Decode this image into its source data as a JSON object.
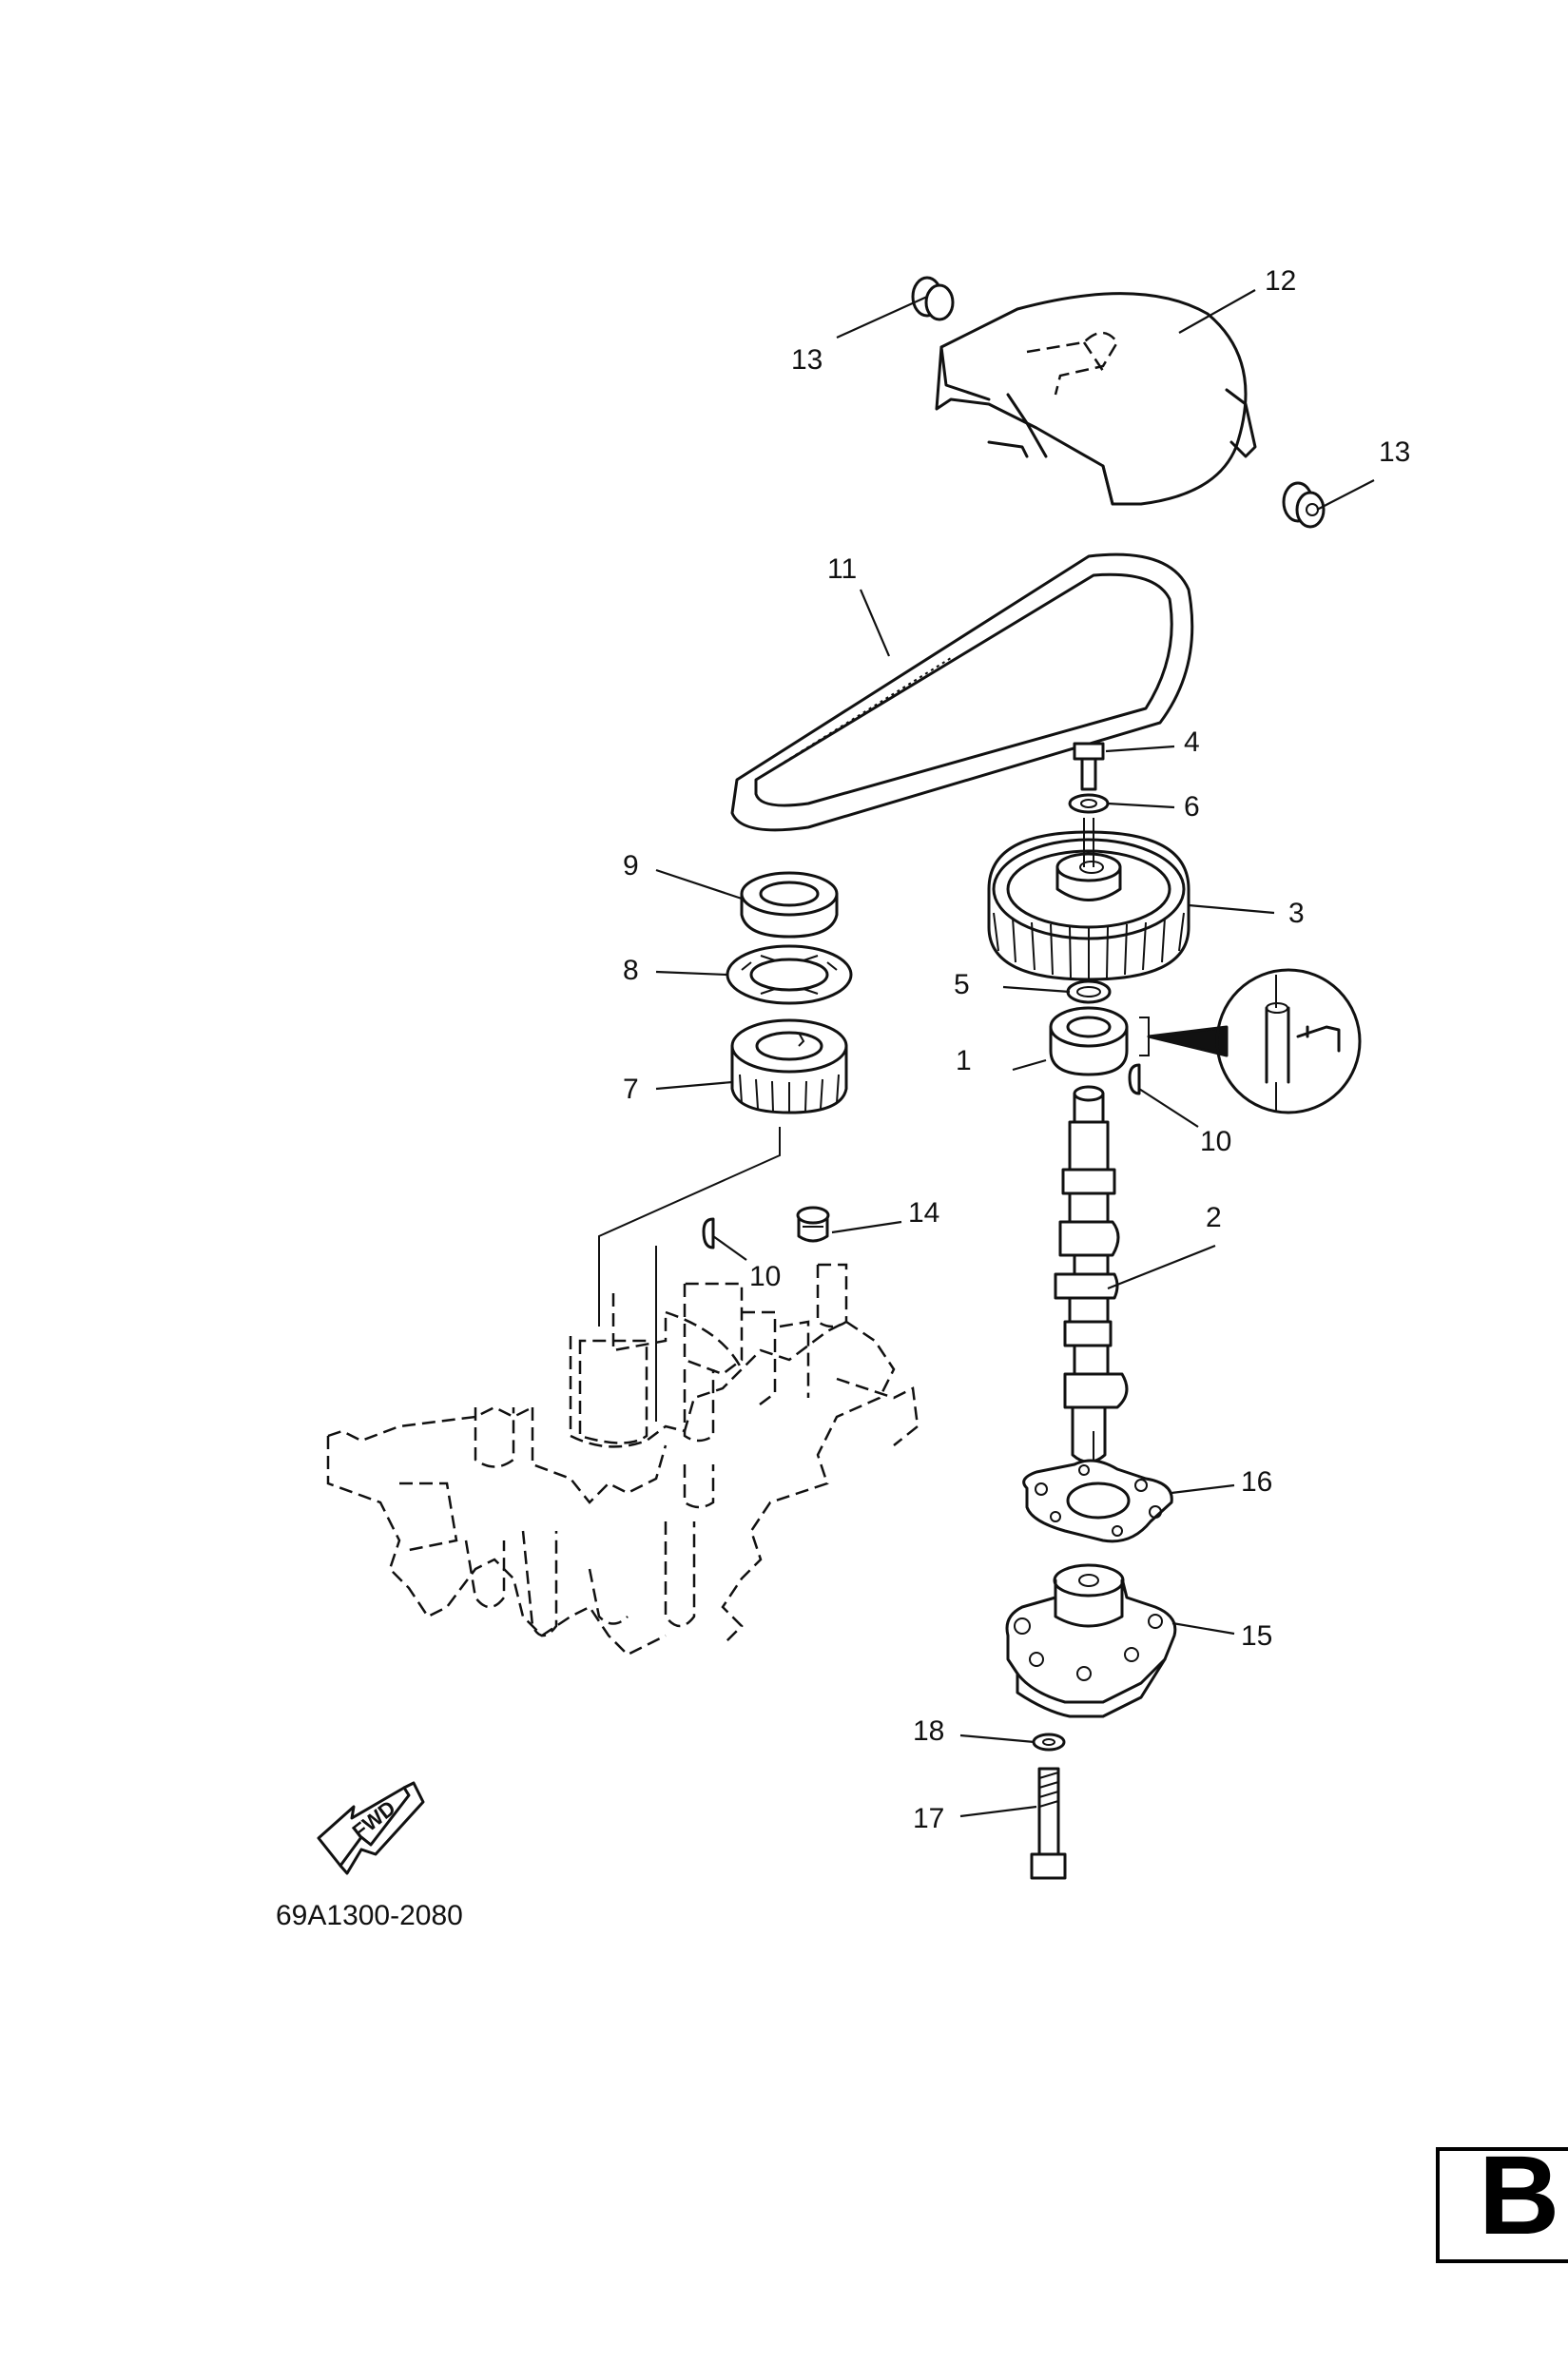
{
  "diagram_code": "69A1300-2080",
  "section_letter": "B",
  "fwd_label": "FWD",
  "callouts": [
    {
      "id": "c1",
      "label": "1"
    },
    {
      "id": "c2",
      "label": "2"
    },
    {
      "id": "c3",
      "label": "3"
    },
    {
      "id": "c4",
      "label": "4"
    },
    {
      "id": "c5",
      "label": "5"
    },
    {
      "id": "c6",
      "label": "6"
    },
    {
      "id": "c7",
      "label": "7"
    },
    {
      "id": "c8",
      "label": "8"
    },
    {
      "id": "c9",
      "label": "9"
    },
    {
      "id": "c10a",
      "label": "10"
    },
    {
      "id": "c10b",
      "label": "10"
    },
    {
      "id": "c11",
      "label": "11"
    },
    {
      "id": "c12",
      "label": "12"
    },
    {
      "id": "c13a",
      "label": "13"
    },
    {
      "id": "c13b",
      "label": "13"
    },
    {
      "id": "c14",
      "label": "14"
    },
    {
      "id": "c15",
      "label": "15"
    },
    {
      "id": "c16",
      "label": "16"
    },
    {
      "id": "c17",
      "label": "17"
    },
    {
      "id": "c18",
      "label": "18"
    }
  ]
}
